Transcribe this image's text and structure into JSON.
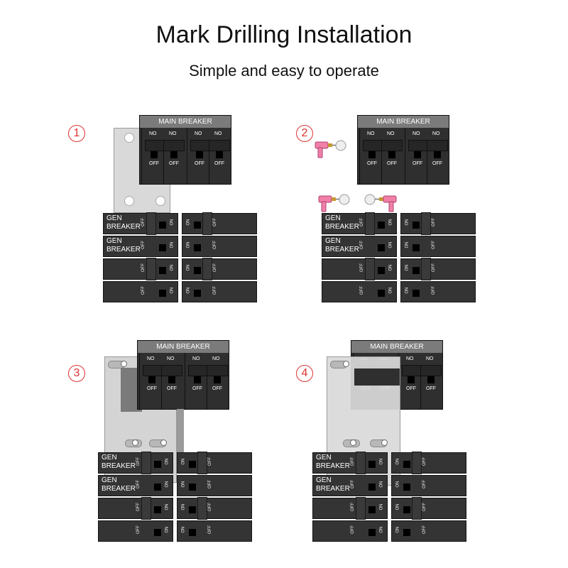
{
  "header": {
    "title": "Mark Drilling Installation",
    "subtitle": "Simple and easy to operate"
  },
  "labels": {
    "main_breaker": "MAIN BREAKER",
    "no": "NO",
    "off": "OFF",
    "on": "ON",
    "gen": "GEN",
    "breaker": "BREAKER"
  },
  "steps": [
    "1",
    "2",
    "3",
    "4"
  ],
  "colors": {
    "step_circle": "#dd3333",
    "drill_body": "#f080a8",
    "drill_chuck": "#c6972f",
    "panel": "#2f2f2f",
    "header_strip": "#7b7b7b",
    "plate": "#d9d9d9"
  }
}
